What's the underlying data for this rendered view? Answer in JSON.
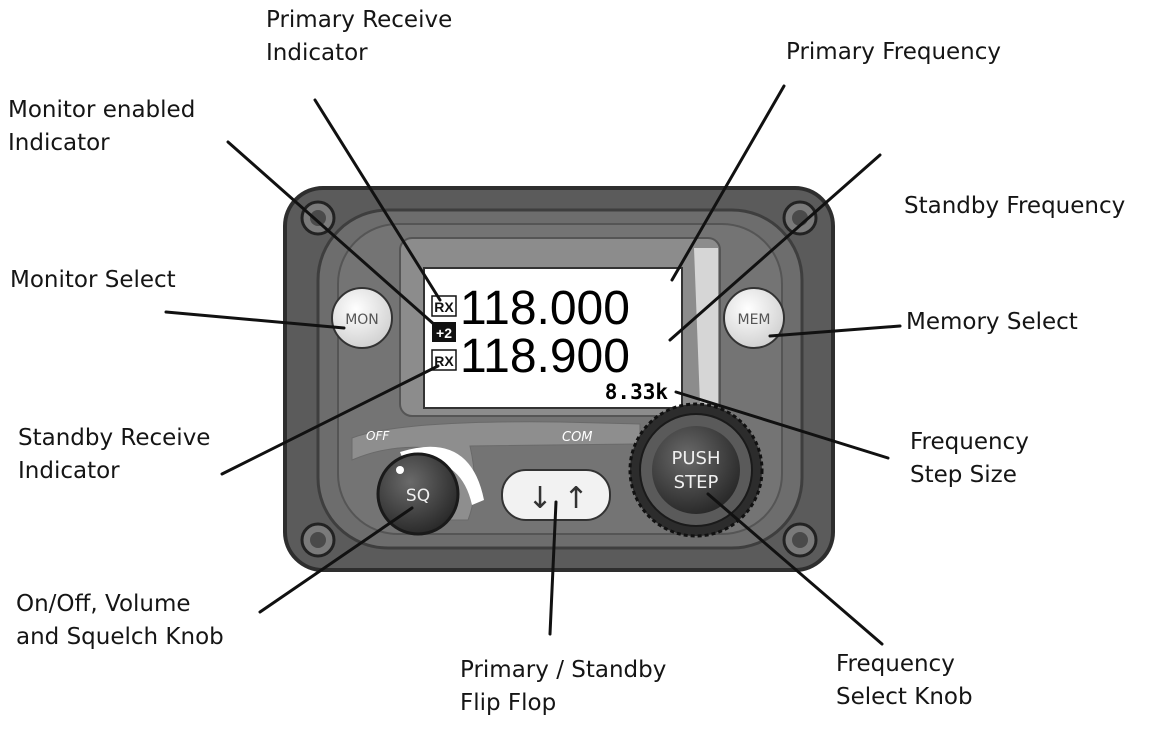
{
  "callouts": {
    "primary_receive": [
      "Primary Receive",
      "Indicator"
    ],
    "monitor_enabled": [
      "Monitor enabled",
      "Indicator"
    ],
    "monitor_select": [
      "Monitor Select"
    ],
    "standby_receive": [
      "Standby Receive",
      "Indicator"
    ],
    "volume_squelch": [
      "On/Off, Volume",
      "and Squelch Knob"
    ],
    "flip_flop": [
      "Primary / Standby",
      "Flip Flop"
    ],
    "frequency_select": [
      "Frequency",
      "Select Knob"
    ],
    "step_size": [
      "Frequency",
      "Step Size"
    ],
    "memory_select": [
      "Memory Select"
    ],
    "standby_frequency": [
      "Standby Frequency"
    ],
    "primary_frequency": [
      "Primary Frequency"
    ]
  },
  "radio": {
    "screen": {
      "primary_rx": "RX",
      "monitor": "+2",
      "standby_rx": "RX",
      "primary_frequency": "118.000",
      "standby_frequency": "118.900",
      "step_size": "8.33k"
    },
    "buttons": {
      "mon": "MON",
      "mem": "MEM",
      "sq": "SQ",
      "push": "PUSH",
      "step": "STEP"
    },
    "arc_labels": {
      "off": "OFF",
      "com": "COM"
    },
    "flip_arrows": [
      "↓",
      "↑"
    ]
  },
  "colors": {
    "bezel": "#5b5b5b",
    "faceplate": "#6d6d6d",
    "screen": "#ffffff",
    "knob": "#3a3a3a",
    "button": "#f2f2f2"
  }
}
